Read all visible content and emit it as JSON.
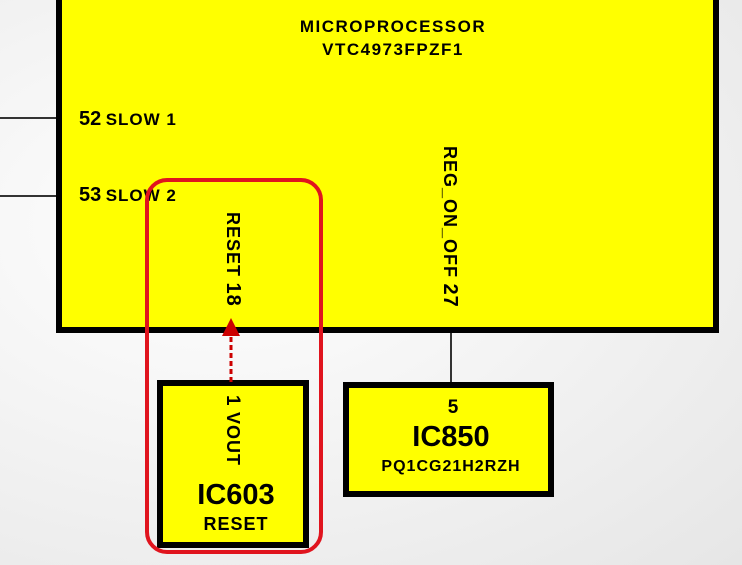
{
  "microprocessor": {
    "title": "MICROPROCESSOR",
    "part_number": "VTC4973FPZF1",
    "pins": [
      {
        "number": "52",
        "name": "SLOW 1"
      },
      {
        "number": "53",
        "name": "SLOW 2"
      },
      {
        "number": "18",
        "name": "RESET"
      },
      {
        "number": "27",
        "name": "REG_ON_OFF"
      }
    ]
  },
  "ic603": {
    "pin_number": "1",
    "pin_name": "VOUT",
    "designator": "IC603",
    "function": "RESET"
  },
  "ic850": {
    "pin_number": "5",
    "designator": "IC850",
    "part_number": "PQ1CG21H2RZH"
  },
  "colors": {
    "chip_fill": "#ffff00",
    "highlight": "#e0141e",
    "signal_arrow": "#cc0000"
  }
}
